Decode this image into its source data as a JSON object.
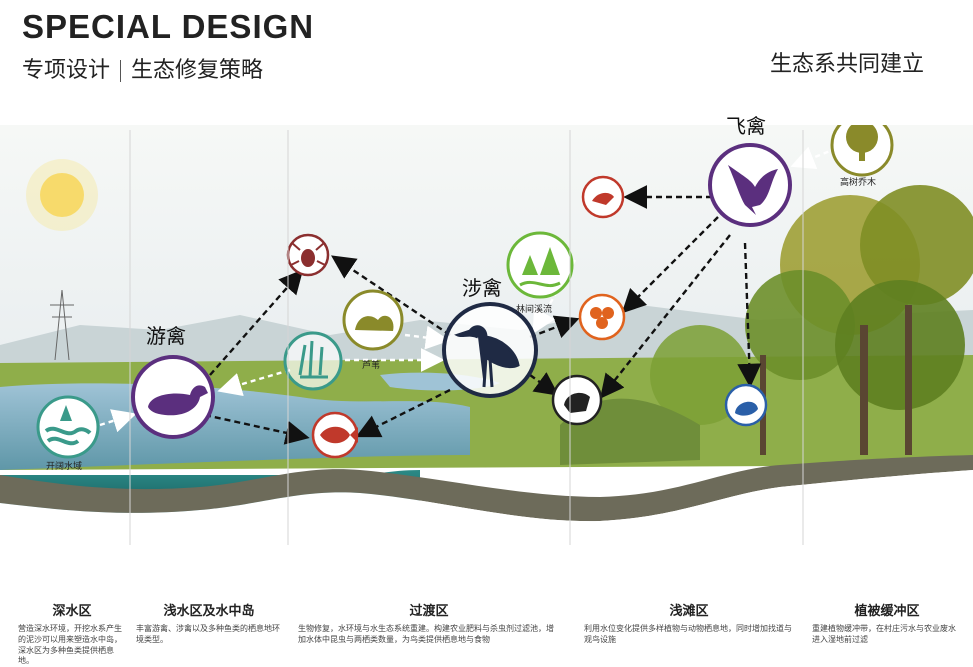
{
  "header": {
    "title_en": "SPECIAL DESIGN",
    "title_cn_a": "专项设计",
    "title_cn_b": "生态修复策略",
    "right_tag": "生态系共同建立"
  },
  "nodes": {
    "swimming_birds": "游禽",
    "wading_birds": "涉禽",
    "flying_birds": "飞禽",
    "open_water": "开阔水域",
    "forest_stream": "林间溪流",
    "tall_trees": "高树乔木",
    "reeds": "芦苇"
  },
  "zones": [
    {
      "title": "深水区",
      "desc": "营造深水环境，开挖水系产生的泥沙可以用来塑造水中岛，深水区为多种鱼类提供栖息地。"
    },
    {
      "title": "浅水区及水中岛",
      "desc": "丰富游禽、涉禽以及多种鱼类的栖息地环境类型。"
    },
    {
      "title": "过渡区",
      "desc": "生物修复，水环境与水生态系统重建。构建农业肥料与杀虫剂过滤池，增加水体中昆虫与两栖类数量，为鸟类提供栖息地与食物"
    },
    {
      "title": "浅滩区",
      "desc": "利用水位变化提供多样植物与动物栖息地，同时增加找道与观鸟设施"
    },
    {
      "title": "植被缓冲区",
      "desc": "重建植物缓冲带，在村庄污水与农业废水进入湿地前过滤"
    }
  ],
  "colors": {
    "purple": "#5b2f7e",
    "green": "#6cb83a",
    "olive": "#8a8a2a",
    "teal": "#3a9a8a",
    "red": "#c0392b",
    "orange": "#e0631e",
    "blue": "#2a5fa8",
    "black": "#222222"
  }
}
